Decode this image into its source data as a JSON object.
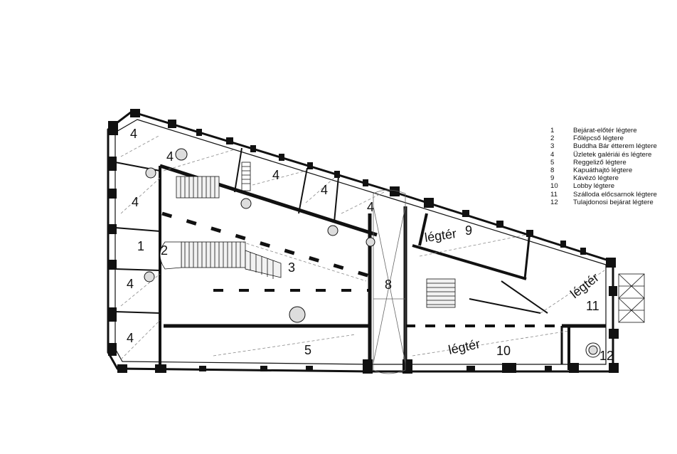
{
  "room_labels": {
    "r1": "1",
    "r2": "2",
    "r3": "3",
    "r4a": "4",
    "r4b": "4",
    "r4c": "4",
    "r4d": "4",
    "r4e": "4",
    "r4f": "4",
    "r4g": "4",
    "r4h": "4",
    "r5": "5",
    "r8": "8",
    "r9": "9",
    "r10": "10",
    "r11": "11",
    "r12": "12"
  },
  "airspace_labels": {
    "a9": "légtér",
    "a10": "légtér",
    "a11": "légtér"
  },
  "legend": [
    {
      "num": "1",
      "text": "Bejárat-előtér légtere"
    },
    {
      "num": "2",
      "text": "Főlépcső légtere"
    },
    {
      "num": "3",
      "text": "Buddha Bár étterem légtere"
    },
    {
      "num": "4",
      "text": "Üzletek galériái és légtere"
    },
    {
      "num": "5",
      "text": "Reggeliző  légtere"
    },
    {
      "num": "8",
      "text": "Kapuáthajtó légtere"
    },
    {
      "num": "9",
      "text": "Kávézó  légtere"
    },
    {
      "num": "10",
      "text": "Lobby légtere"
    },
    {
      "num": "11",
      "text": "Szálloda előcsarnok légtere"
    },
    {
      "num": "12",
      "text": "Tulajdonosi bejárat légtere"
    }
  ]
}
